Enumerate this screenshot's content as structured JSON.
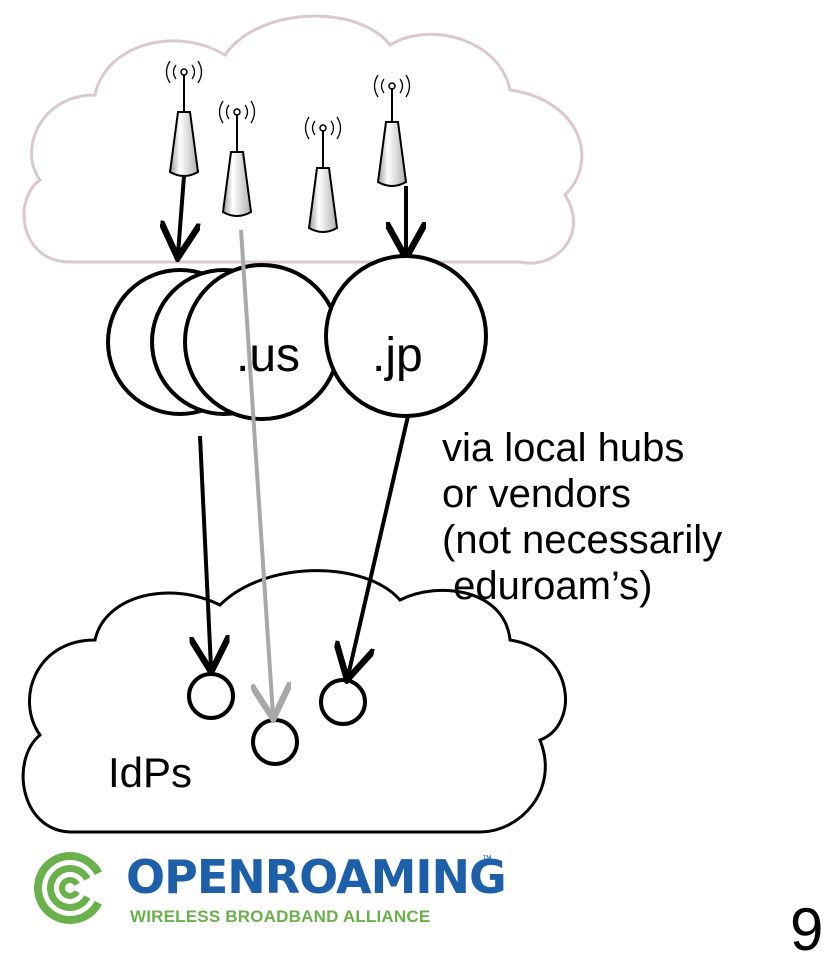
{
  "diagram": {
    "hubs": [
      ".us",
      ".jp"
    ],
    "note_lines": [
      "via local hubs",
      "or vendors",
      "(not necessarily",
      " eduroam’s)"
    ],
    "idps_label": "IdPs"
  },
  "logo": {
    "wordmark": "OPENROAMING",
    "trademark": "™",
    "tagline": "WIRELESS BROADBAND ALLIANCE"
  },
  "page_number": "9",
  "colors": {
    "brand_blue": "#1d5fa8",
    "brand_green": "#6ab04c",
    "cloud_top_stroke": "#dcc8cc",
    "grey_path": "#a8a8a8"
  }
}
